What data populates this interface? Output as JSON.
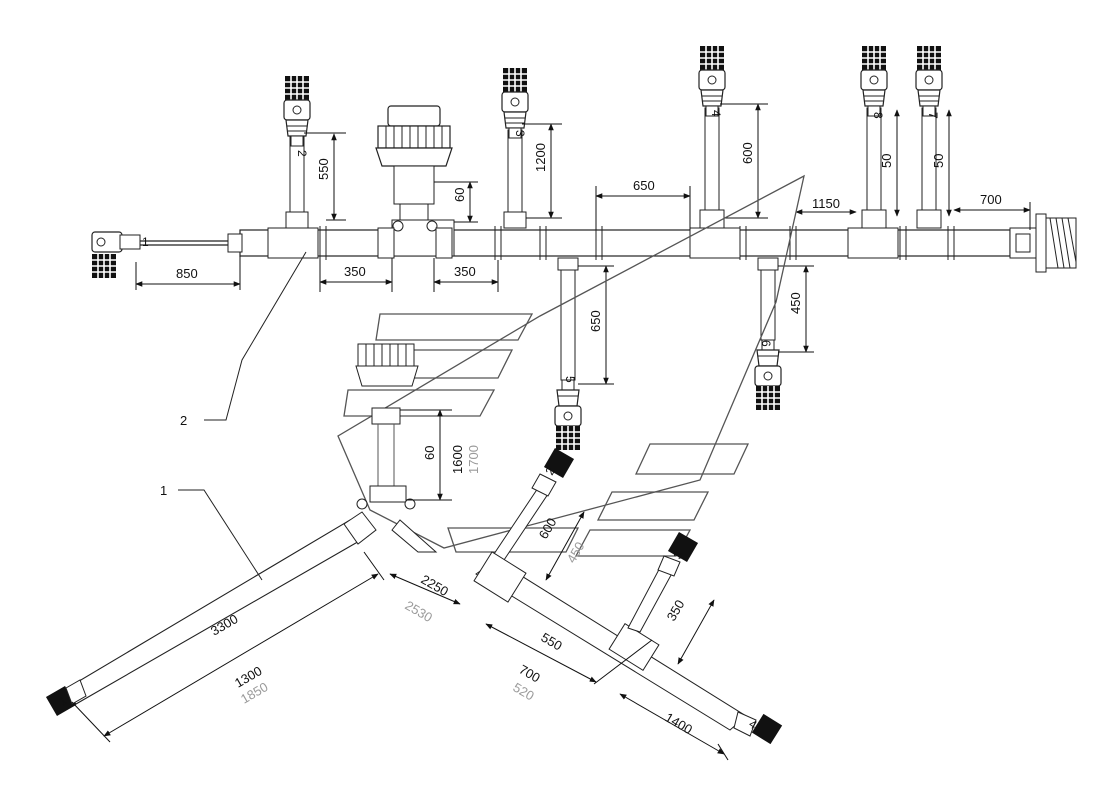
{
  "colors": {
    "line": "#222222",
    "ghost_text": "#9a9a9a",
    "background": "#ffffff"
  },
  "upper": {
    "dims": {
      "d850": "850",
      "d350a": "350",
      "d350b": "350",
      "d550": "550",
      "d60": "60",
      "d1200": "1200",
      "d650a": "650",
      "d600": "600",
      "d1150": "1150",
      "d50a": "50",
      "d50b": "50",
      "d700": "700",
      "d650b": "650",
      "d450": "450"
    },
    "labels": {
      "c1": "1",
      "c2": "2",
      "c3": "3",
      "c4": "4",
      "c5": "5",
      "c6": "6",
      "c7": "7",
      "c8": "8"
    }
  },
  "lower": {
    "dims": {
      "d60": "60",
      "d1600": "1600",
      "d1600ghost": "1700",
      "d3300": "3300",
      "d1300": "1300",
      "d1300ghost": "1850",
      "d2250": "2250",
      "d2250ghost": "2530",
      "d600": "600",
      "d600ghost": "450",
      "d550": "550",
      "d350": "350",
      "d700": "700",
      "d700ghost": "520",
      "d1400": "1400"
    },
    "labels": {
      "c1": "1",
      "c2": "2",
      "c3": "3",
      "c4": "4"
    }
  },
  "callouts": {
    "part1": "1",
    "part2": "2"
  }
}
